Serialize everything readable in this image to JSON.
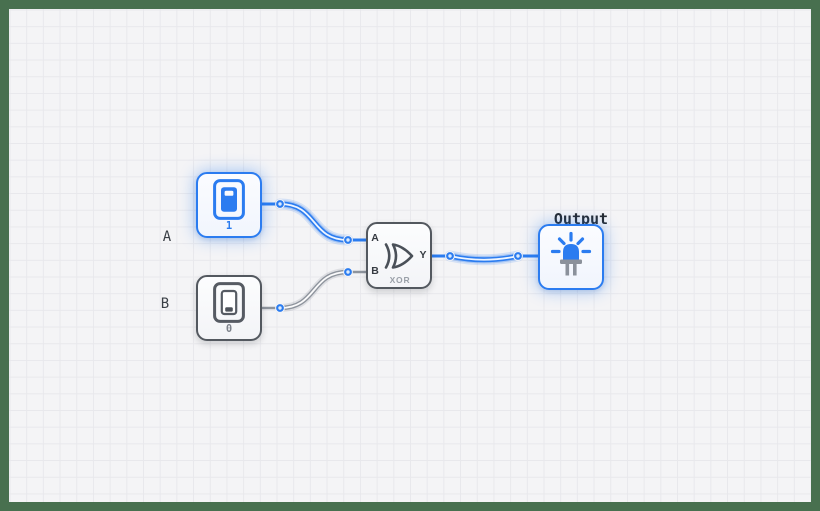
{
  "app": {
    "description": "Logic circuit simulator canvas"
  },
  "canvas_labels": {
    "a": "A",
    "b": "B"
  },
  "nodes": {
    "switch_a": {
      "type": "toggle-switch",
      "state": "on",
      "value": "1"
    },
    "switch_b": {
      "type": "toggle-switch",
      "state": "off",
      "value": "0"
    },
    "xor_gate": {
      "type": "logic-gate",
      "gate_label": "XOR",
      "port_a": "A",
      "port_b": "B",
      "port_y": "Y"
    },
    "output_led": {
      "type": "led-indicator",
      "state": "on",
      "title": "Output"
    }
  },
  "wires": [
    {
      "from": "switch_a.out",
      "to": "xor_gate.A",
      "signal": "high",
      "color": "#2b7cf0"
    },
    {
      "from": "switch_b.out",
      "to": "xor_gate.B",
      "signal": "low",
      "color": "#8e949d"
    },
    {
      "from": "xor_gate.Y",
      "to": "output_led.in",
      "signal": "high",
      "color": "#2b7cf0"
    }
  ],
  "colors": {
    "accent_blue": "#2b7cf0",
    "inactive_wire_gray": "#8e949d",
    "node_border_dark": "#53585f",
    "canvas_background": "#f4f4f6",
    "grid_line": "#e8e8ec",
    "frame_green": "#48704f",
    "port_dot": "#2b7cf0"
  }
}
